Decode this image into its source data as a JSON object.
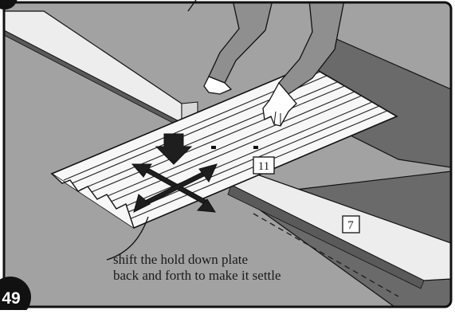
{
  "step": {
    "number": "49"
  },
  "callout": {
    "line1": "shift the hold down plate",
    "line2": "back and forth to make it settle"
  },
  "parts": [
    {
      "id": "part-11",
      "label": "11"
    },
    {
      "id": "part-7",
      "label": "7"
    }
  ],
  "colors": {
    "background": "#a2a2a2",
    "channel": "#6a6a6a",
    "rail_top": "#ededed",
    "rail_edge": "#5a5a5a",
    "plate": "#f7f7f7",
    "sleeve": "#8f8f8f",
    "arrow": "#1e1e1e",
    "line": "#111111"
  },
  "icons": {
    "press_down": "down-arrow-icon",
    "shift": "four-way-arrow-icon"
  }
}
